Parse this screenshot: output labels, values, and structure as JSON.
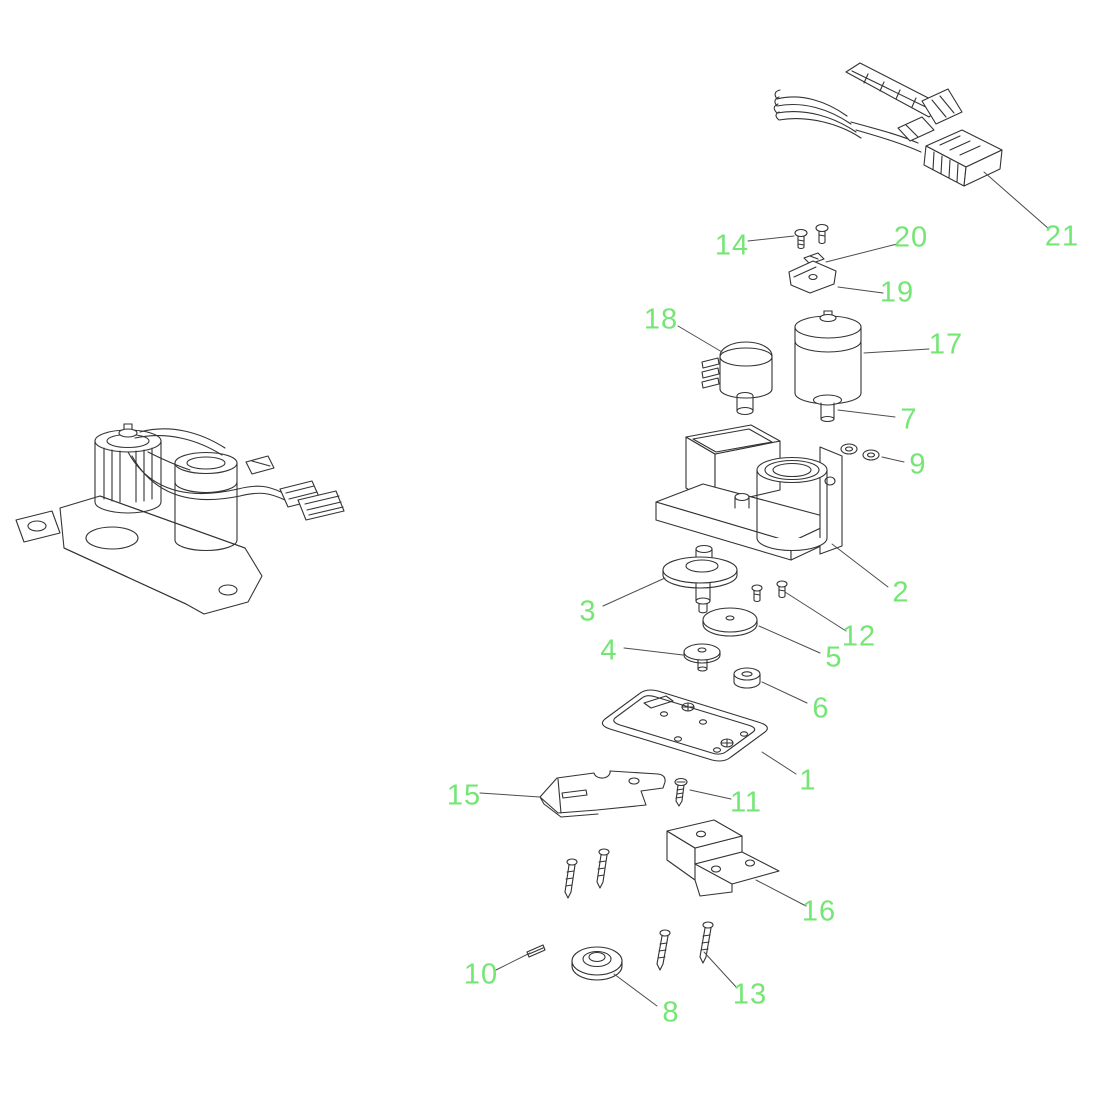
{
  "diagram": {
    "colors": {
      "background": "#ffffff",
      "label_green": "#74e674",
      "linework": "#333333",
      "leader_line": "#4d4d4d"
    },
    "callouts": [
      {
        "number": "1"
      },
      {
        "number": "2"
      },
      {
        "number": "3"
      },
      {
        "number": "4"
      },
      {
        "number": "5"
      },
      {
        "number": "6"
      },
      {
        "number": "7"
      },
      {
        "number": "8"
      },
      {
        "number": "9"
      },
      {
        "number": "10"
      },
      {
        "number": "11"
      },
      {
        "number": "12"
      },
      {
        "number": "13"
      },
      {
        "number": "14"
      },
      {
        "number": "15"
      },
      {
        "number": "16"
      },
      {
        "number": "17"
      },
      {
        "number": "18"
      },
      {
        "number": "19"
      },
      {
        "number": "20"
      },
      {
        "number": "21"
      }
    ]
  }
}
